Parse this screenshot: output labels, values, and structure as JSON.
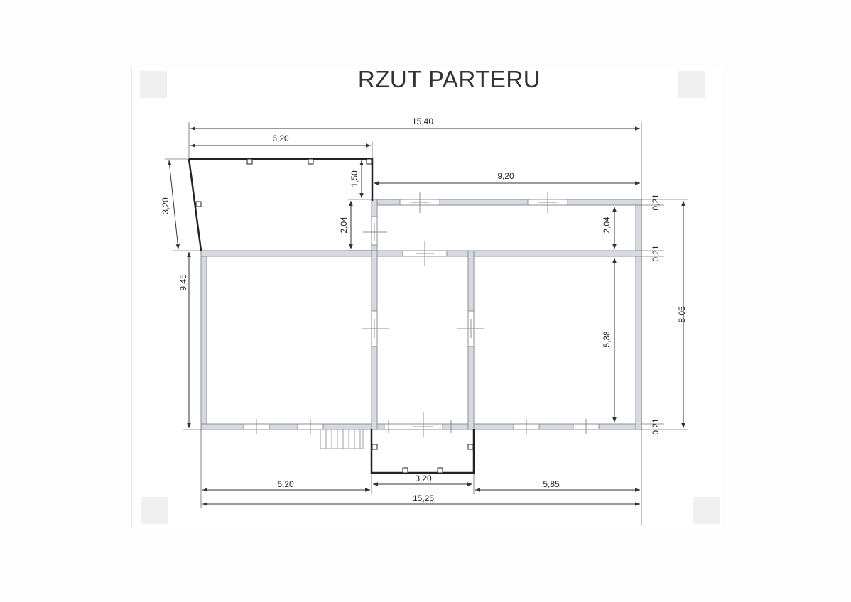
{
  "title": "RZUT PARTERU",
  "colors": {
    "wall_fill": "#d6d9e0",
    "wall_stroke": "#8a8e96",
    "heavy_line": "#222222",
    "dimension_line": "#333333"
  },
  "dimensions": {
    "top_total": "15,40",
    "top_left": "6,20",
    "top_right": "9,20",
    "terrace_offset": "1,50",
    "terrace_depth": "3,20",
    "corridor_depth_left": "2,04",
    "corridor_depth_right": "2,04",
    "wall_top": "0,21",
    "wall_middle": "0,21",
    "wall_bottom": "0,21",
    "left_total": "9,45",
    "room_depth": "5,38",
    "right_total": "8,05",
    "bottom_left": "6,20",
    "bottom_middle": "3,20",
    "bottom_right": "5,85",
    "bottom_total": "15,25"
  }
}
